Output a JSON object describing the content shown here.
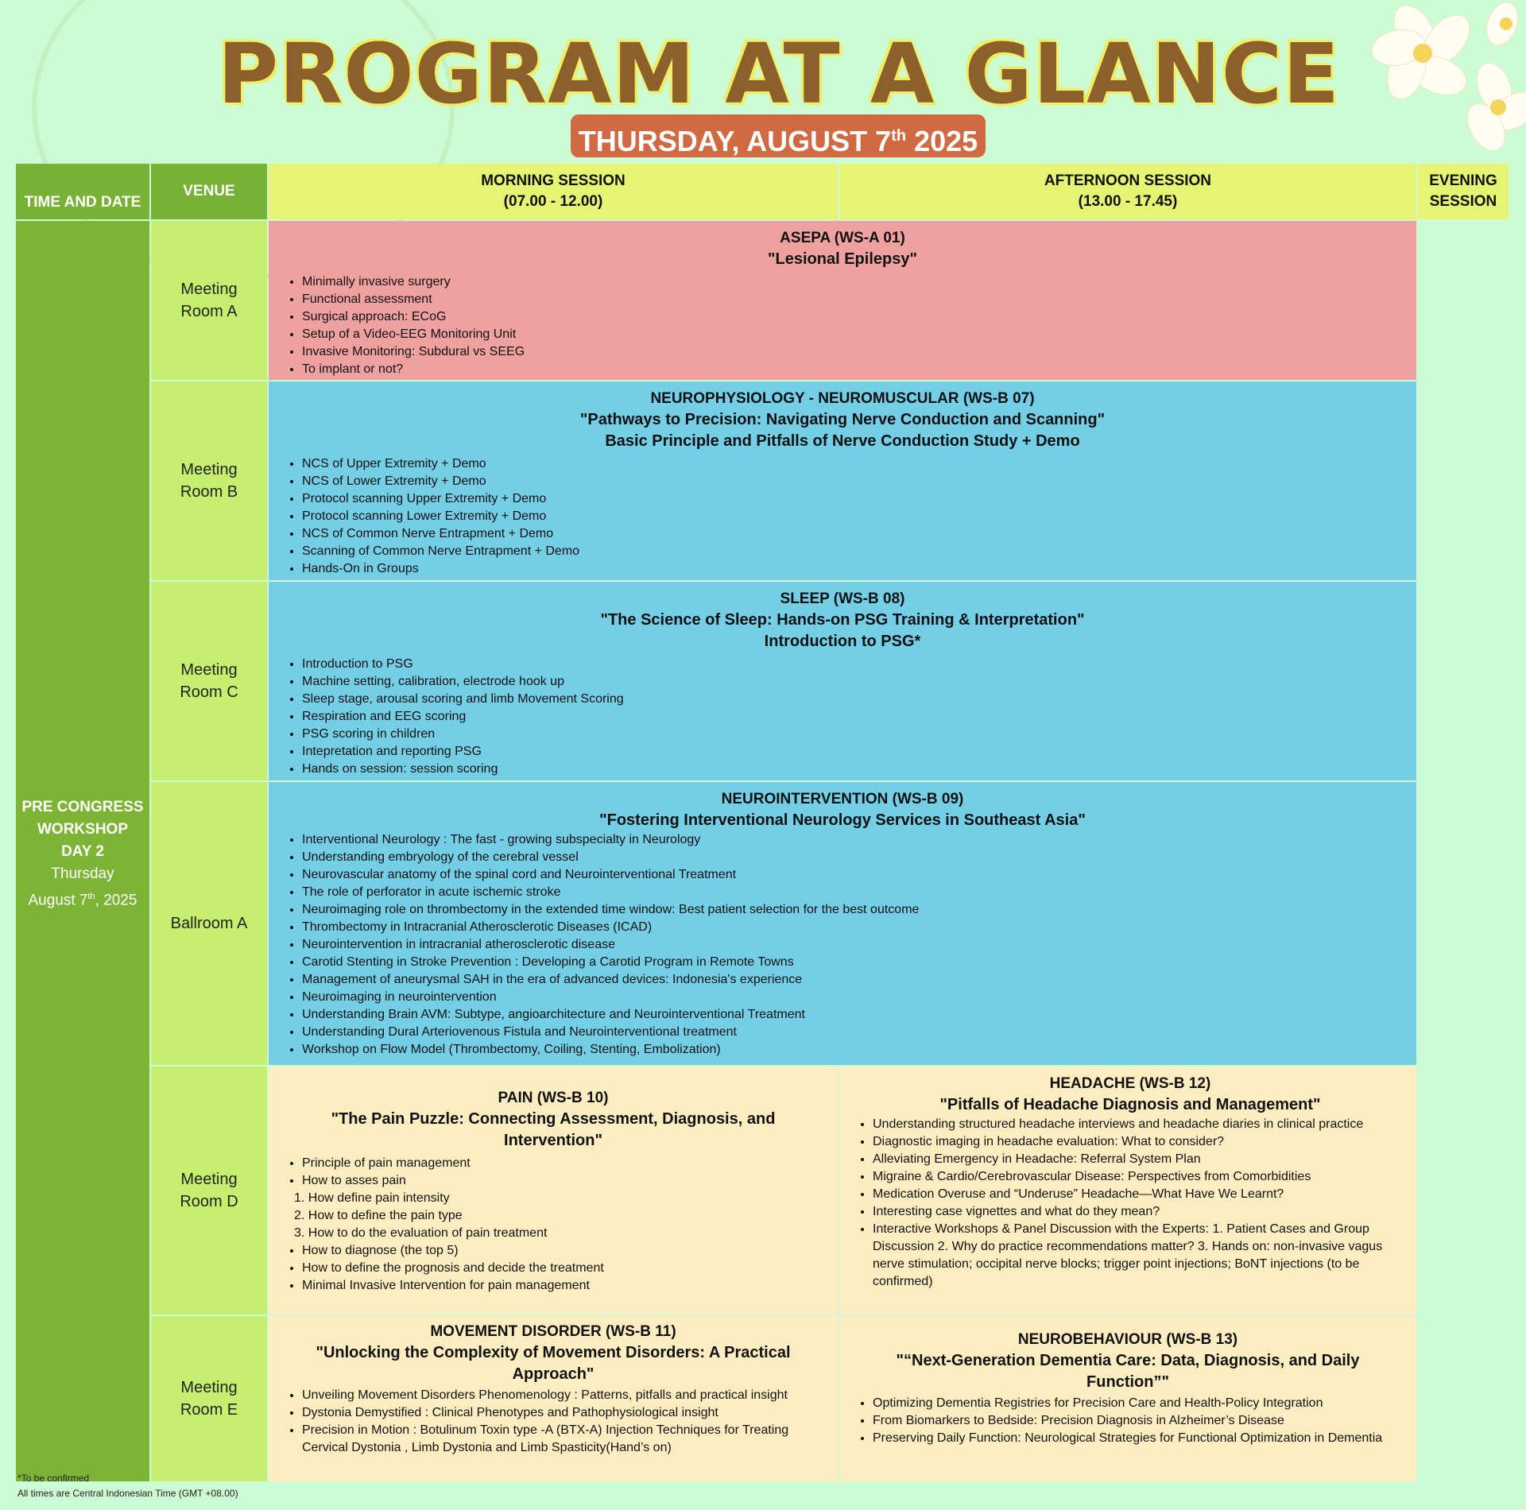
{
  "header": {
    "title": "PROGRAM AT A GLANCE",
    "date_main": "THURSDAY, AUGUST 7",
    "date_sup": "th",
    "date_year": " 2025"
  },
  "columns": {
    "time_and_date": "TIME AND DATE",
    "venue": "VENUE",
    "morning_l1": "MORNING SESSION",
    "morning_l2": "(07.00 - 12.00)",
    "afternoon_l1": "AFTERNOON SESSION",
    "afternoon_l2": "(13.00 - 17.45)",
    "evening_l1": "EVENING",
    "evening_l2": "SESSION"
  },
  "timecol": {
    "l1": "PRE CONGRESS",
    "l2": "WORKSHOP",
    "l3": "DAY 2",
    "l4": "Thursday",
    "l5a": "August 7",
    "l5sup": "th",
    "l5b": ", 2025"
  },
  "footnotes": {
    "confirm": "*To be confirmed",
    "timezone": "All times are Central Indonesian Time (GMT +08.00)"
  },
  "venues": {
    "a1": "Meeting",
    "a2": "Room A",
    "b1": "Meeting",
    "b2": "Room B",
    "c1": "Meeting",
    "c2": "Room C",
    "ball": "Ballroom A",
    "d1": "Meeting",
    "d2": "Room D",
    "e1": "Meeting",
    "e2": "Room E"
  },
  "sessions": {
    "asepa": {
      "title": "ASEPA (WS-A 01)",
      "subtitle": "\"Lesional Epilepsy\"",
      "items": [
        "Minimally invasive surgery",
        "Functional assessment",
        "Surgical approach: ECoG",
        "Setup of a Video-EEG Monitoring Unit",
        "Invasive Monitoring: Subdural vs SEEG",
        "To implant or not?"
      ]
    },
    "neuro": {
      "title": "NEUROPHYSIOLOGY - NEUROMUSCULAR (WS-B 07)",
      "subtitle": "\"Pathways to Precision: Navigating Nerve Conduction and Scanning\"",
      "subtitle2": "Basic Principle and Pitfalls of Nerve Conduction Study + Demo",
      "items": [
        "NCS of Upper Extremity + Demo",
        "NCS of Lower Extremity + Demo",
        "Protocol scanning Upper Extremity + Demo",
        "Protocol scanning Lower Extremity + Demo",
        "NCS of Common Nerve Entrapment + Demo",
        "Scanning of Common Nerve Entrapment + Demo",
        "Hands-On in Groups"
      ]
    },
    "sleep": {
      "title": "SLEEP (WS-B 08)",
      "subtitle": "\"The Science of Sleep: Hands-on PSG Training & Interpretation\"",
      "subtitle2": "Introduction to PSG*",
      "items": [
        "Introduction to PSG",
        "Machine setting, calibration, electrode hook up",
        "Sleep stage, arousal scoring and limb Movement Scoring",
        "Respiration and EEG scoring",
        "PSG scoring in children",
        "Intepretation and reporting PSG",
        "Hands on session: session scoring"
      ]
    },
    "ni": {
      "title": "NEUROINTERVENTION (WS-B 09)",
      "subtitle": "\"Fostering Interventional Neurology Services in Southeast Asia\"",
      "items": [
        "Interventional Neurology : The fast - growing subspecialty in Neurology",
        "Understanding embryology of the cerebral vessel",
        "Neurovascular anatomy of the spinal cord and Neurointerventional Treatment",
        "The role of perforator in acute ischemic stroke",
        "Neuroimaging role on thrombectomy in the extended time window: Best patient selection for the best outcome",
        "Thrombectomy in Intracranial Atherosclerotic Diseases (ICAD)",
        "Neurointervention in intracranial atherosclerotic disease",
        "Carotid Stenting in Stroke Prevention : Developing a Carotid Program in Remote Towns",
        "Management of aneurysmal SAH in the era of advanced devices: Indonesia's experience",
        "Neuroimaging in neurointervention",
        "Understanding Brain AVM: Subtype, angioarchitecture and Neurointerventional Treatment",
        "Understanding Dural Arteriovenous Fistula and Neurointerventional treatment",
        "Workshop on Flow Model (Thrombectomy, Coiling, Stenting, Embolization)"
      ]
    },
    "pain": {
      "title": "PAIN (WS-B 10)",
      "subtitle": "\"The Pain Puzzle: Connecting Assessment, Diagnosis, and Intervention\"",
      "item1": "Principle of pain management",
      "item2": "How to asses pain",
      "sub1": "1. How define pain intensity",
      "sub2": "2. How to define the pain type",
      "sub3": "3. How to do the evaluation of pain treatment",
      "item3": "How to diagnose (the top 5)",
      "item4": "How to define the prognosis and decide the treatment",
      "item5": "Minimal Invasive Intervention for pain management"
    },
    "headache": {
      "title": "HEADACHE (WS-B 12)",
      "subtitle": "\"Pitfalls of Headache Diagnosis and Management\"",
      "items": [
        "Understanding structured headache interviews and headache diaries in clinical practice",
        "Diagnostic imaging in headache evaluation: What to consider?",
        "Alleviating Emergency in Headache: Referral System Plan",
        "Migraine & Cardio/Cerebrovascular Disease: Perspectives from Comorbidities",
        "Medication Overuse and “Underuse” Headache—What Have We Learnt?",
        "Interesting case vignettes and what do they mean?",
        "Interactive Workshops & Panel Discussion with the Experts: 1. Patient Cases and Group Discussion  2. Why do practice recommendations matter?  3. Hands on: non-invasive vagus nerve stimulation; occipital nerve blocks; trigger point injections; BoNT injections (to be confirmed)"
      ]
    },
    "movement": {
      "title": "MOVEMENT DISORDER (WS-B 11)",
      "subtitle": "\"Unlocking the Complexity of Movement Disorders: A Practical Approach\"",
      "items": [
        "Unveiling Movement Disorders Phenomenology : Patterns, pitfalls and practical insight",
        "Dystonia Demystified : Clinical Phenotypes and Pathophysiological insight",
        "Precision in Motion : Botulinum Toxin type -A (BTX-A) Injection Techniques for Treating Cervical Dystonia , Limb Dystonia and Limb Spasticity(Hand’s on)"
      ]
    },
    "behaviour": {
      "title": "NEUROBEHAVIOUR (WS-B 13)",
      "subtitle": "\"“Next-Generation Dementia Care: Data, Diagnosis, and Daily Function”\"",
      "items": [
        "Optimizing Dementia Registries for Precision Care and Health-Policy Integration",
        "From Biomarkers to Bedside: Precision Diagnosis in Alzheimer’s Disease",
        "Preserving Daily Function: Neurological Strategies for Functional Optimization in Dementia"
      ]
    }
  }
}
